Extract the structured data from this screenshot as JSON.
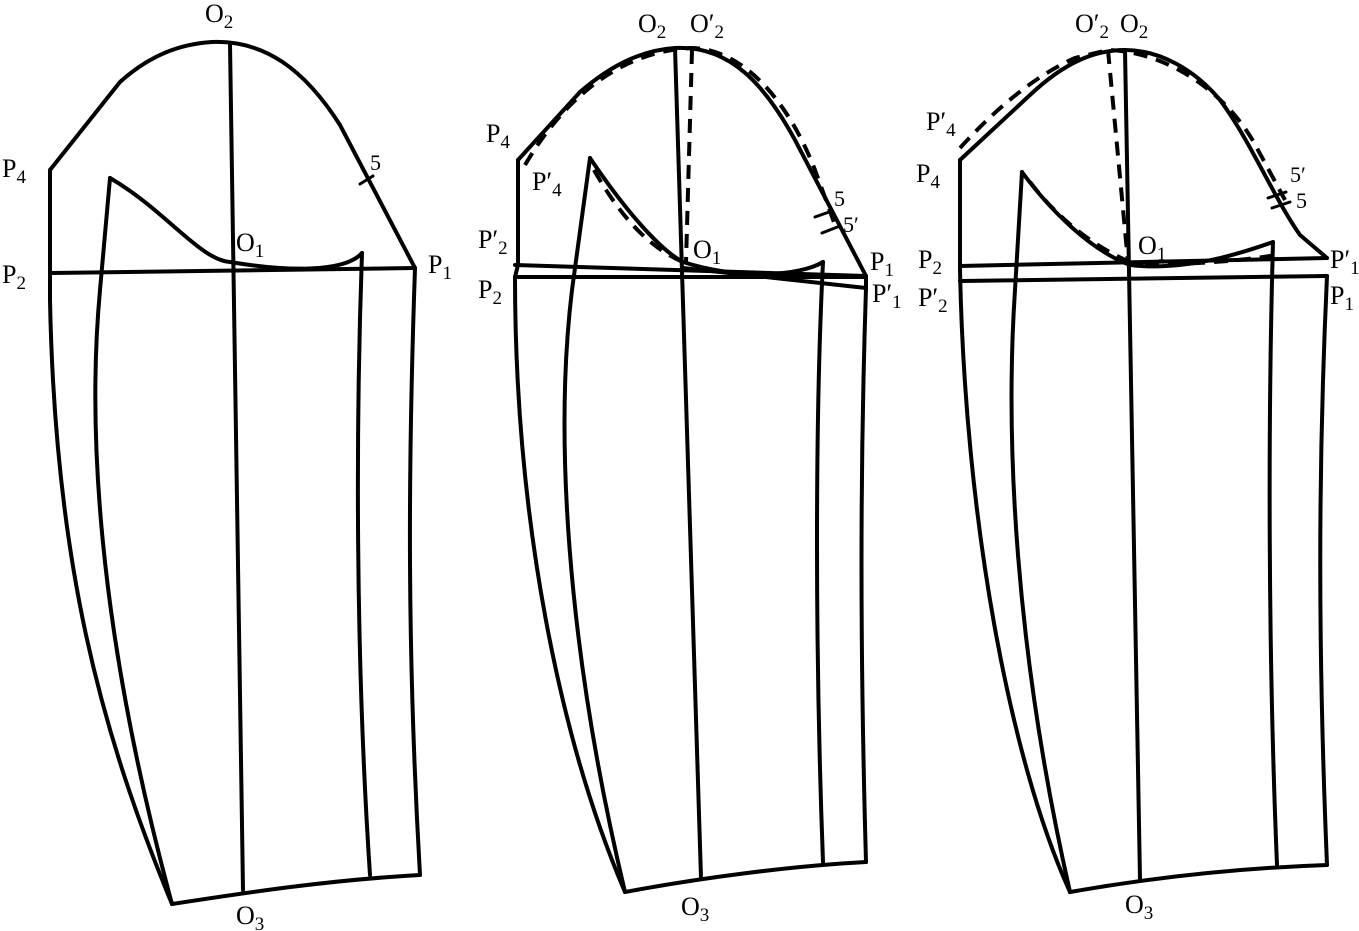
{
  "panels": [
    {
      "id": "original",
      "labels": {
        "O2": {
          "main": "O",
          "sub": "2",
          "prime": ""
        },
        "O1": {
          "main": "O",
          "sub": "1",
          "prime": ""
        },
        "O3": {
          "main": "O",
          "sub": "3",
          "prime": ""
        },
        "P4": {
          "main": "P",
          "sub": "4",
          "prime": ""
        },
        "P2": {
          "main": "P",
          "sub": "2",
          "prime": ""
        },
        "P1": {
          "main": "P",
          "sub": "1",
          "prime": ""
        },
        "m5": {
          "main": "5",
          "sub": "",
          "prime": ""
        }
      }
    },
    {
      "id": "adjusted-forward",
      "labels": {
        "O2": {
          "main": "O",
          "sub": "2",
          "prime": ""
        },
        "O2p": {
          "main": "O",
          "sub": "2",
          "prime": "′"
        },
        "P4": {
          "main": "P",
          "sub": "4",
          "prime": ""
        },
        "P4p": {
          "main": "P",
          "sub": "4",
          "prime": "′"
        },
        "P2p": {
          "main": "P",
          "sub": "2",
          "prime": "′"
        },
        "P2": {
          "main": "P",
          "sub": "2",
          "prime": ""
        },
        "O1": {
          "main": "O",
          "sub": "1",
          "prime": ""
        },
        "P1": {
          "main": "P",
          "sub": "1",
          "prime": ""
        },
        "P1p": {
          "main": "P",
          "sub": "1",
          "prime": "′"
        },
        "m5": {
          "main": "5",
          "sub": "",
          "prime": ""
        },
        "m5p": {
          "main": "5",
          "sub": "",
          "prime": "′"
        },
        "O3": {
          "main": "O",
          "sub": "3",
          "prime": ""
        }
      }
    },
    {
      "id": "adjusted-backward",
      "labels": {
        "O2p": {
          "main": "O",
          "sub": "2",
          "prime": "′"
        },
        "O2": {
          "main": "O",
          "sub": "2",
          "prime": ""
        },
        "P4p": {
          "main": "P",
          "sub": "4",
          "prime": "′"
        },
        "P4": {
          "main": "P",
          "sub": "4",
          "prime": ""
        },
        "P2": {
          "main": "P",
          "sub": "2",
          "prime": ""
        },
        "P2p": {
          "main": "P",
          "sub": "2",
          "prime": "′"
        },
        "O1": {
          "main": "O",
          "sub": "1",
          "prime": ""
        },
        "P1p": {
          "main": "P",
          "sub": "1",
          "prime": "′"
        },
        "P1": {
          "main": "P",
          "sub": "1",
          "prime": ""
        },
        "m5p": {
          "main": "5",
          "sub": "",
          "prime": "′"
        },
        "m5": {
          "main": "5",
          "sub": "",
          "prime": ""
        },
        "O3": {
          "main": "O",
          "sub": "3",
          "prime": ""
        }
      }
    }
  ]
}
